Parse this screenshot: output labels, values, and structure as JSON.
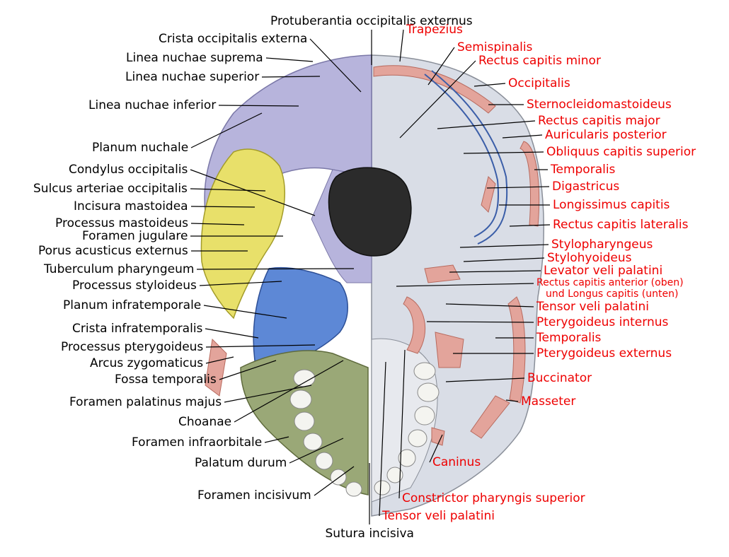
{
  "left_labels": [
    "Protuberantia occipitalis externus",
    "Crista occipitalis externa",
    "Linea nuchae suprema",
    "Linea nuchae superior",
    "Linea nuchae inferior",
    "Planum nuchale",
    "Condylus occipitalis",
    "Sulcus arteriae occipitalis",
    "Incisura mastoidea",
    "Processus mastoideus",
    "Foramen jugulare",
    "Porus acusticus externus",
    "Tuberculum pharyngeum",
    "Processus styloideus",
    "Planum infratemporale",
    "Crista infratemporalis",
    "Processus pterygoideus",
    "Arcus zygomaticus",
    "Fossa temporalis",
    "Foramen palatinus majus",
    "Choanae",
    "Foramen infraorbitale",
    "Palatum durum",
    "Foramen incisivum"
  ],
  "right_labels": [
    "Trapezius",
    "Semispinalis",
    "Rectus capitis minor",
    "Occipitalis",
    "Sternocleidomastoideus",
    "Rectus capitis major",
    "Auricularis posterior",
    "Obliquus capitis superior",
    "Temporalis",
    "Digastricus",
    "Longissimus capitis",
    "Rectus capitis lateralis",
    "Stylopharyngeus",
    "Stylohyoideus",
    "Levator veli palatini",
    "Rectus capitis anterior (oben)",
    "und Longus capitis (unten)",
    "Tensor veli palatini",
    "Pterygoideus internus",
    "Temporalis",
    "Pterygoideus externus",
    "Buccinator",
    "Masseter",
    "Caninus",
    "Constrictor pharyngis superior",
    "Tensor veli palatini"
  ],
  "bottom_label": "Sutura incisiva",
  "colors": {
    "left_text": "#000000",
    "right_text": "#ee0000",
    "occipital": "#b7b4dc",
    "temporal": "#e8e06a",
    "sphenoid": "#5d88d6",
    "maxilla": "#9aa877",
    "muscle": "#e3a49b",
    "skull_right": "#d9dde6"
  }
}
